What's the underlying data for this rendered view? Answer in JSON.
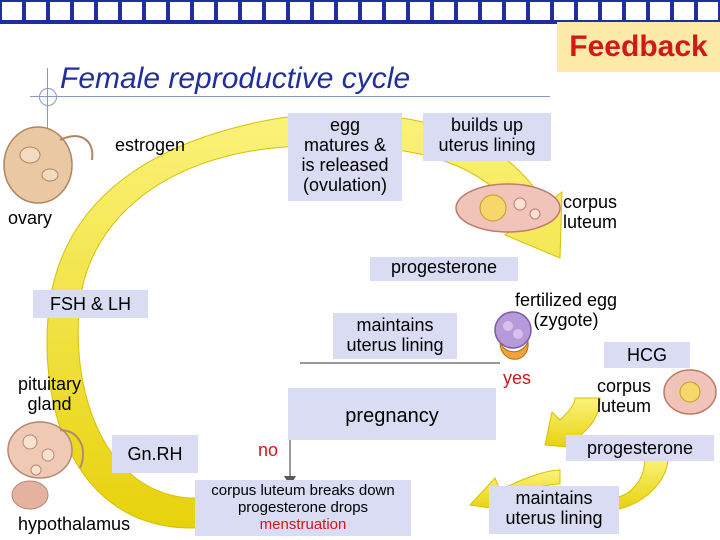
{
  "title": "Female reproductive cycle",
  "feedback": "Feedback",
  "labels": {
    "estrogen": "estrogen",
    "egg": [
      "egg",
      "matures &",
      "is released",
      "(ovulation)"
    ],
    "builds": [
      "builds up",
      "uterus lining"
    ],
    "ovary": "ovary",
    "corpus_luteum_top": [
      "corpus",
      "luteum"
    ],
    "progesterone_mid": "progesterone",
    "fsh_lh": "FSH & LH",
    "maintains_mid": [
      "maintains",
      "uterus lining"
    ],
    "fertilized": [
      "fertilized egg",
      "(zygote)"
    ],
    "hcg": "HCG",
    "yes": "yes",
    "pituitary": [
      "pituitary",
      "gland"
    ],
    "corpus_luteum_right": [
      "corpus",
      "luteum"
    ],
    "pregnancy": "pregnancy",
    "gnrh": "Gn.RH",
    "no": "no",
    "progesterone_right": "progesterone",
    "breakdown": [
      "corpus luteum breaks down",
      "progesterone drops",
      "menstruation"
    ],
    "maintains_bottom": [
      "maintains",
      "uterus lining"
    ],
    "hypothalamus": "hypothalamus"
  },
  "colors": {
    "header_bar": "#1f2f9b",
    "title": "#1f2f9b",
    "feedback_text": "#d21818",
    "feedback_bg": "#fde9a8",
    "cycle_arrow": "#f3e21c",
    "label_box": "#d9dcf2"
  }
}
